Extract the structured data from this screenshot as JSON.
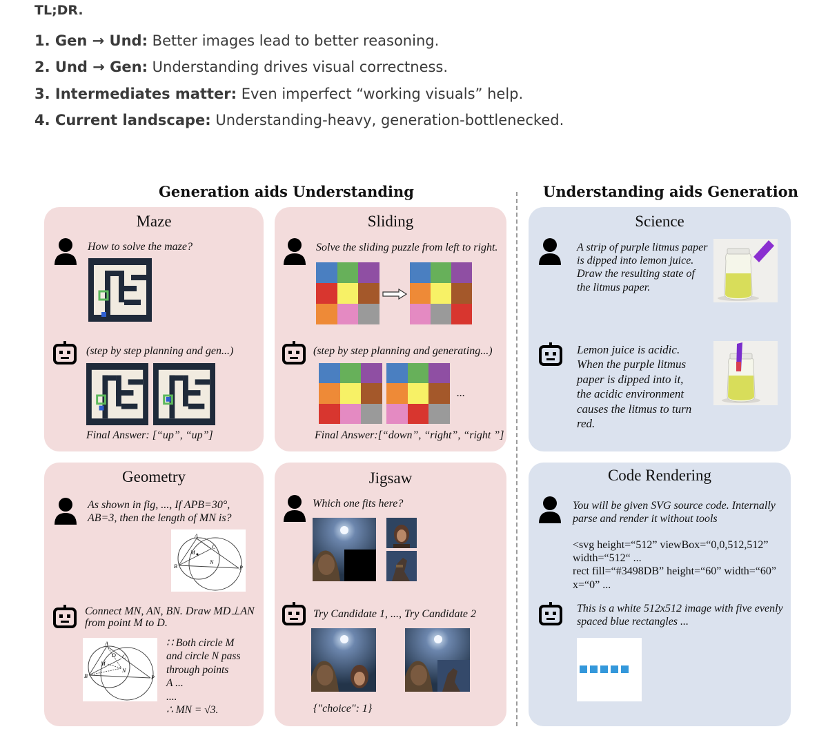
{
  "tldr": "TL;DR.",
  "points": [
    {
      "num": "1.",
      "head": "Gen → Und:",
      "text": " Better images lead to better reasoning."
    },
    {
      "num": "2.",
      "head": "Und → Gen:",
      "text": " Understanding drives visual correctness."
    },
    {
      "num": "3.",
      "head": "Intermediates matter:",
      "text": " Even imperfect “working visuals” help."
    },
    {
      "num": "4.",
      "head": "Current landscape:",
      "text": " Understanding-heavy, generation-bottlenecked."
    }
  ],
  "sections": {
    "left": "Generation aids Understanding",
    "right": "Understanding aids Generation"
  },
  "maze": {
    "title": "Maze",
    "question": "How to solve the maze?",
    "answer_step": "(step by step planning and gen...)",
    "final": "Final Answer: [“up”, “up”]"
  },
  "sliding": {
    "title": "Sliding",
    "question": "Solve the sliding puzzle from left to right.",
    "answer_step": "(step by step planning and generating...)",
    "ellipsis": "...",
    "final": "Final Answer:[“down”, “right”, “right ”]",
    "colors": {
      "start": [
        "#4a7fc1",
        "#67b05a",
        "#8f4fa3",
        "#d8362f",
        "#f7f166",
        "#a4582a",
        "#ee8a37",
        "#e48ac2",
        "#9a9a9a"
      ],
      "goal": [
        "#4a7fc1",
        "#67b05a",
        "#8f4fa3",
        "#ee8a37",
        "#f7f166",
        "#a4582a",
        "#e48ac2",
        "#9a9a9a",
        "#d8362f"
      ],
      "step1": [
        "#4a7fc1",
        "#67b05a",
        "#8f4fa3",
        "#ee8a37",
        "#f7f166",
        "#a4582a",
        "#d8362f",
        "#e48ac2",
        "#9a9a9a"
      ],
      "step2": [
        "#4a7fc1",
        "#67b05a",
        "#8f4fa3",
        "#ee8a37",
        "#f7f166",
        "#a4582a",
        "#e48ac2",
        "#d8362f",
        "#9a9a9a"
      ]
    }
  },
  "geometry": {
    "title": "Geometry",
    "question": "As shown in fig, ..., If APB=30°, AB=3, then the length of MN is?",
    "answer_step": "Connect MN, AN, BN. Draw MD⊥AN from point M to D.",
    "reason_lines": [
      "∷ Both circle M",
      "and circle N pass",
      "through points",
      "A ...",
      "...."
    ],
    "result": "∴ MN = √3.",
    "labels": {
      "A": "A",
      "B": "B",
      "C": "C",
      "M": "M",
      "N": "N",
      "P": "P",
      "D": "D"
    }
  },
  "jigsaw": {
    "title": "Jigsaw",
    "question": "Which one fits here?",
    "answer_step": "Try Candidate 1, ..., Try Candidate 2",
    "final": "{\"choice\": 1}"
  },
  "science": {
    "title": "Science",
    "question": "A strip of purple litmus paper is dipped into lemon juice. Draw the resulting state of the litmus paper.",
    "answer_lines": [
      "Lemon juice is acidic.",
      "When the purple litmus",
      "paper is dipped into it,",
      "the acidic environment",
      "causes the litmus to turn",
      "red."
    ]
  },
  "code": {
    "title": "Code Rendering",
    "question": "You will be given SVG source code. Internally parse and render it without tools",
    "code_lines": [
      "<svg height=“512” viewBox=“0,0,512,512”",
      "width=“512“ ...",
      "rect fill=“#3498DB” height=“60” width=“60”",
      "x=“0” ..."
    ],
    "answer": "This is a white 512x512 image with five evenly spaced blue rectangles ..."
  },
  "colors": {
    "pink_panel": "#f3dcdc",
    "blue_panel": "#dbe2ee",
    "maze_wall": "#1f2a3a",
    "maze_start": "#5cb85c",
    "maze_goal": "#2f5fd0",
    "rect_blue": "#3498DB"
  }
}
